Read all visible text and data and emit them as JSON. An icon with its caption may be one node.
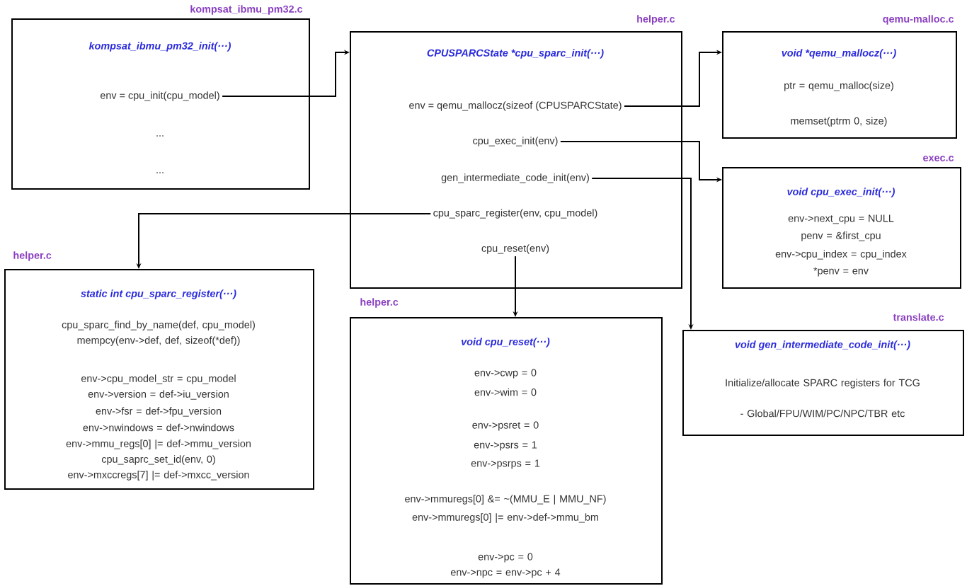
{
  "diagram": {
    "nodes": [
      {
        "text": [
          "kompsat_ibmu_pm32_init(···)",
          "...",
          "..."
        ],
        "beside": [
          "kompsat_ibmu_pm32.c"
        ]
      },
      {
        "text": [
          "env = cpu_init(cpu_model)"
        ],
        "in": 0
      },
      {
        "text": [
          "CPUSPARCState *cpu_sparc_init(···)"
        ],
        "beside": [
          "helper.c"
        ]
      },
      {
        "text": [
          "env = qemu_mallocz(sizeof (CPUSPARCState)"
        ],
        "in": 2
      },
      {
        "text": [
          "cpu_exec_init(env)"
        ],
        "in": 2
      },
      {
        "text": [
          "gen_intermediate_code_init(env)"
        ],
        "in": 2
      },
      {
        "text": [
          "cpu_sparc_register(env, cpu_model)"
        ],
        "in": 2
      },
      {
        "text": [
          "cpu_reset(env)"
        ],
        "in": 2
      },
      {
        "text": [
          "void *qemu_mallocz(···)",
          "ptr = qemu_malloc(size)",
          "memset(ptrm 0, size)"
        ],
        "beside": [
          "qemu-malloc.c"
        ]
      },
      {
        "text": [
          "void cpu_exec_init(···)",
          "env->next_cpu = NULL",
          "penv = &first_cpu",
          "env->cpu_index = cpu_index",
          "*penv = env"
        ],
        "beside": [
          "exec.c"
        ]
      },
      {
        "text": [
          "static int cpu_sparc_register(···)",
          "cpu_sparc_find_by_name(def, cpu_model)",
          "mempcy(env->def, def, sizeof(*def))",
          "env->cpu_model_str = cpu_model",
          "env->version = def->iu_version",
          "env->fsr = def->fpu_version",
          "env->nwindows = def->nwindows",
          "env->mmu_regs[0] |= def->mmu_version",
          "cpu_saprc_set_id(env, 0)",
          "env->mxccregs[7] |= def->mxcc_version"
        ],
        "beside": [
          "helper.c"
        ]
      },
      {
        "text": [
          "void cpu_reset(···)",
          "env->cwp = 0",
          "env->wim = 0",
          "env->psret = 0",
          "env->psrs = 1",
          "env->psrps = 1",
          "env->mmuregs[0] &= ~(MMU_E | MMU_NF)",
          "env->mmuregs[0] |= env->def->mmu_bm",
          "env->pc = 0",
          "env->npc = env->pc + 4"
        ],
        "beside": [
          "helper.c"
        ]
      },
      {
        "text": [
          "void gen_intermediate_code_init(···)",
          "Initialize/allocate SPARC registers for TCG",
          "- Global/FPU/WIM/PC/NPC/TBR etc"
        ],
        "beside": [
          "translate.c"
        ]
      }
    ],
    "edges": [
      {
        "from": 1,
        "to": 2,
        "arrow": "to"
      },
      {
        "from": 3,
        "to": 8,
        "arrow": "to"
      },
      {
        "from": 4,
        "to": 9,
        "arrow": "to"
      },
      {
        "from": 5,
        "to": 12,
        "arrow": "to"
      },
      {
        "from": 6,
        "to": 10,
        "arrow": "to"
      },
      {
        "from": 7,
        "to": 11,
        "arrow": "to"
      }
    ]
  }
}
